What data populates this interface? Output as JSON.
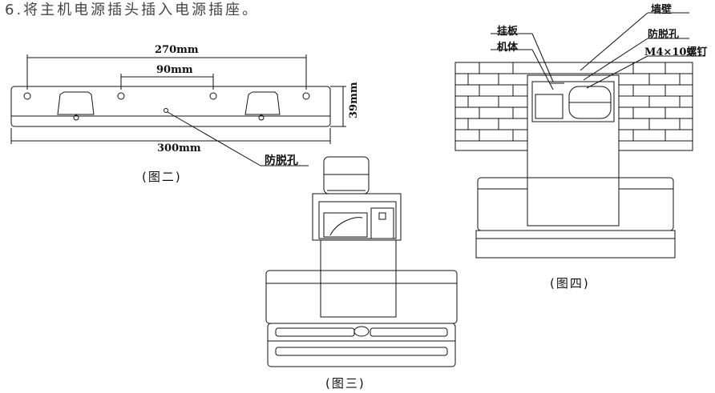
{
  "heading": "6.将主机电源插头插入电源插座。",
  "figure2": {
    "caption": "(图二)",
    "dim_top": "270mm",
    "dim_mid": "90mm",
    "dim_bottom": "300mm",
    "dim_height": "39mm",
    "callout": "防脱孔"
  },
  "figure3": {
    "caption": "(图三)"
  },
  "figure4": {
    "caption": "(图四)",
    "label_wall": "墙壁",
    "label_hanger": "挂板",
    "label_body": "机体",
    "label_antidrop": "防脱孔",
    "label_screw": "M4×10螺钉"
  },
  "colors": {
    "line": "#111111",
    "wall_fill": "#ffffff",
    "background": "#ffffff"
  }
}
